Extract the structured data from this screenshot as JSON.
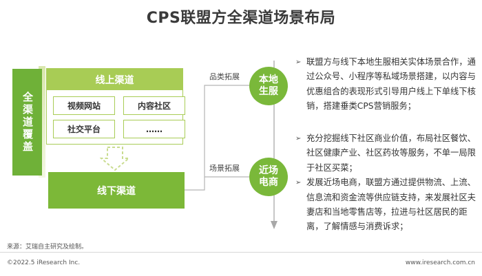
{
  "title": "CPS联盟方全渠道场景布局",
  "side_label": "全渠道覆盖",
  "online": {
    "header": "线上渠道",
    "cells": [
      "视频网站",
      "内容社区",
      "社交平台",
      "……"
    ]
  },
  "offline_label": "线下渠道",
  "branches": [
    {
      "label": "品类拓展",
      "node": [
        "本地",
        "生服"
      ]
    },
    {
      "label": "场景拓展",
      "node": [
        "近场",
        "电商"
      ]
    }
  ],
  "bullets": [
    "联盟方与线下本地生服相关实体场景合作，通过公众号、小程序等私域场景搭建，以内容与优惠组合的表现形式引导用户线上下单线下核销，搭建垂类CPS营销服务；",
    "充分挖掘线下社区商业价值，布局社区餐饮、社区健康产业、社区药妆等服务，不单一局限于社区买菜；",
    "发展近场电商，联盟方通过提供物流、上流、信息流和资金流等供应链支持，来发展社区夫妻店和当地零售店等，拉进与社区居民的距离，了解情感与消费诉求；"
  ],
  "source": "来源：艾瑞自主研究及绘制。",
  "footer": {
    "left": "©2022.5 iResearch Inc.",
    "right": "www.iresearch.com.cn"
  },
  "colors": {
    "dark_green": "#6fb138",
    "light_green": "#a8cc55",
    "offline_green": "#7cb838"
  }
}
